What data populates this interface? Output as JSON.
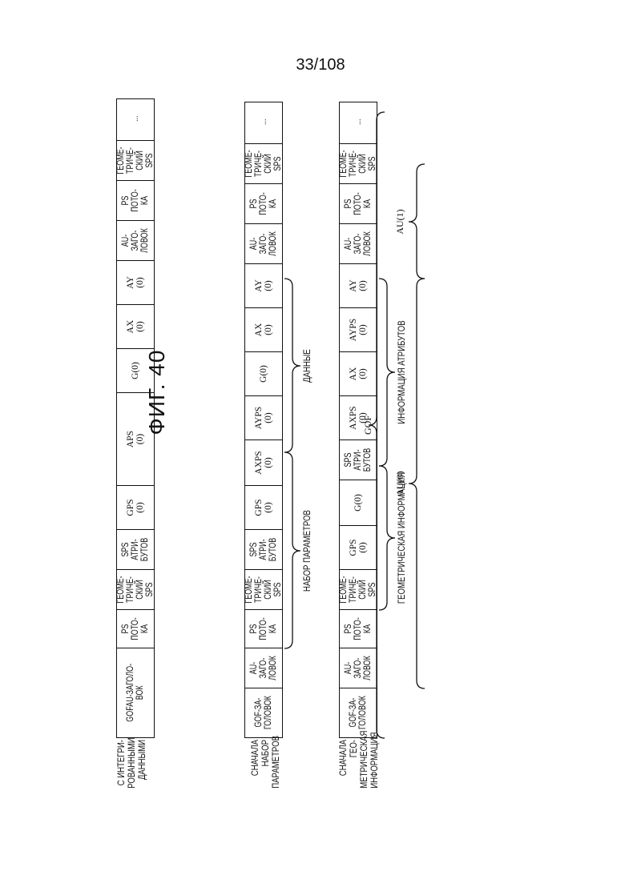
{
  "page_number": "33/108",
  "figure_title": "ФИГ. 40",
  "brackets": {
    "gof": "GOF",
    "au0": "AU(0)",
    "au1": "AU(1)",
    "geometry": "ГЕОМЕТРИЧЕСКАЯ ИНФОРМАЦИЯ",
    "attribute": "ИНФОРМАЦИЯ АТРИБУТОВ",
    "param_set": "НАБОР ПАРАМЕТРОВ",
    "data": "ДАННЫЕ"
  },
  "rows": [
    {
      "label": "СНАЧАЛА ГЕО-\nМЕТРИЧЕСКАЯ\nИНФОРМАЦИЯ",
      "cells": [
        {
          "text": "GOF-ЗА-\nГОЛОВОК",
          "style": "nar"
        },
        {
          "text": "AU-ЗАГО-\nЛОВОК",
          "style": "nar"
        },
        {
          "text": "PS ПОТО-\nКА",
          "style": "nar"
        },
        {
          "text": "ГЕОМЕ-\nТРИЧЕ-\nСКИЙ SPS",
          "style": "nar"
        },
        {
          "text": "GPS\n(0)",
          "style": "ser"
        },
        {
          "text": "G(0)",
          "style": "ser"
        },
        {
          "text": "SPS АТРИ-\nБУТОВ",
          "style": "nar"
        },
        {
          "text": "AXPS\n(0)",
          "style": "ser"
        },
        {
          "text": "AX\n(0)",
          "style": "ser"
        },
        {
          "text": "AYPS\n(0)",
          "style": "ser"
        },
        {
          "text": "AY\n(0)",
          "style": "ser"
        },
        {
          "text": "AU-ЗАГО-\nЛОВОК",
          "style": "nar"
        },
        {
          "text": "PS ПОТО-\nКА",
          "style": "nar"
        },
        {
          "text": "ГЕОМЕ-\nТРИЧЕ-\nСКИЙ SPS",
          "style": "nar"
        },
        {
          "text": "...",
          "style": "nar"
        }
      ]
    },
    {
      "label": "СНАЧАЛА НАБОР\nПАРАМЕТРОВ",
      "cells": [
        {
          "text": "GOF-ЗА-\nГОЛОВОК",
          "style": "nar"
        },
        {
          "text": "AU-ЗАГО-\nЛОВОК",
          "style": "nar"
        },
        {
          "text": "PS ПОТО-\nКА",
          "style": "nar"
        },
        {
          "text": "ГЕОМЕ-\nТРИЧЕ-\nСКИЙ SPS",
          "style": "nar"
        },
        {
          "text": "SPS АТРИ-\nБУТОВ",
          "style": "nar"
        },
        {
          "text": "GPS\n(0)",
          "style": "ser"
        },
        {
          "text": "AXPS\n(0)",
          "style": "ser"
        },
        {
          "text": "AYPS\n(0)",
          "style": "ser"
        },
        {
          "text": "G(0)",
          "style": "ser"
        },
        {
          "text": "AX\n(0)",
          "style": "ser"
        },
        {
          "text": "AY\n(0)",
          "style": "ser"
        },
        {
          "text": "AU-ЗАГО-\nЛОВОК",
          "style": "nar"
        },
        {
          "text": "PS ПОТО-\nКА",
          "style": "nar"
        },
        {
          "text": "ГЕОМЕ-\nТРИЧЕ-\nСКИЙ SPS",
          "style": "nar"
        },
        {
          "text": "...",
          "style": "nar"
        }
      ]
    },
    {
      "label": "С ИНТЕГРИ-\nРОВАННЫМИ\nДАННЫМИ",
      "cells": [
        {
          "text": "GOFAU-ЗАГОЛО-\nВОК",
          "style": "nar"
        },
        {
          "text": "PS ПОТО-\nКА",
          "style": "nar"
        },
        {
          "text": "ГЕОМЕ-\nТРИЧЕ-\nСКИЙ SPS",
          "style": "nar"
        },
        {
          "text": "SPS АТРИ-\nБУТОВ",
          "style": "nar"
        },
        {
          "text": "GPS\n(0)",
          "style": "ser"
        },
        {
          "text": "APS\n(0)",
          "style": "ser"
        },
        {
          "text": "G(0)",
          "style": "ser"
        },
        {
          "text": "AX\n(0)",
          "style": "ser"
        },
        {
          "text": "AY\n(0)",
          "style": "ser"
        },
        {
          "text": "AU-ЗАГО-\nЛОВОК",
          "style": "nar"
        },
        {
          "text": "PS ПОТО-\nКА",
          "style": "nar"
        },
        {
          "text": "ГЕОМЕ-\nТРИЧЕ-\nСКИЙ SPS",
          "style": "nar"
        },
        {
          "text": "...",
          "style": "nar"
        }
      ]
    }
  ]
}
